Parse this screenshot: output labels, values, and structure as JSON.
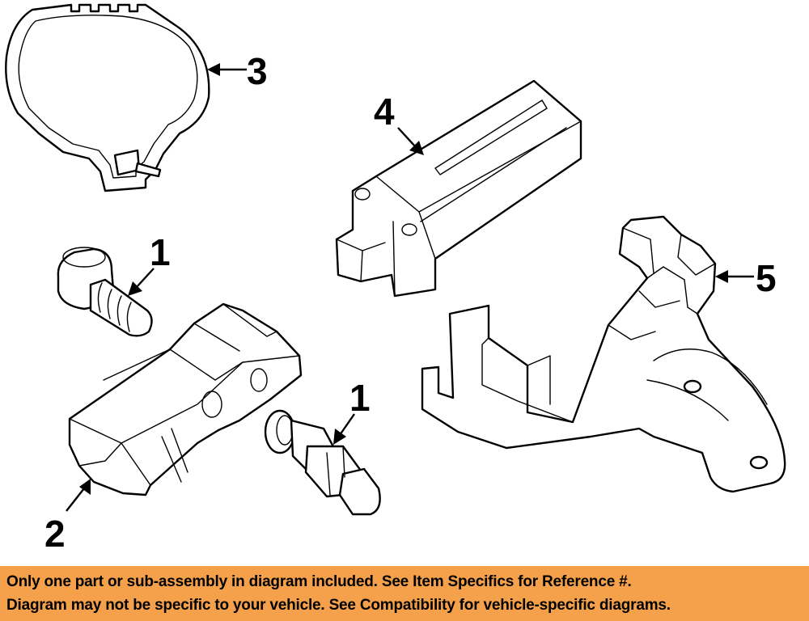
{
  "callouts": [
    {
      "id": "bolt-top",
      "label": "1"
    },
    {
      "id": "sensor",
      "label": "2"
    },
    {
      "id": "band",
      "label": "3"
    },
    {
      "id": "module",
      "label": "4"
    },
    {
      "id": "bracket",
      "label": "5"
    },
    {
      "id": "valve-stem",
      "label": "1"
    }
  ],
  "notice": {
    "line1": "Only one part or sub-assembly in diagram included. See Item Specifics for Reference #.",
    "line2": "Diagram may not be specific to your vehicle. See Compatibility for vehicle-specific diagrams."
  },
  "colors": {
    "notice_background": "#f5a04a",
    "line_art": "#000000",
    "background": "#ffffff"
  }
}
